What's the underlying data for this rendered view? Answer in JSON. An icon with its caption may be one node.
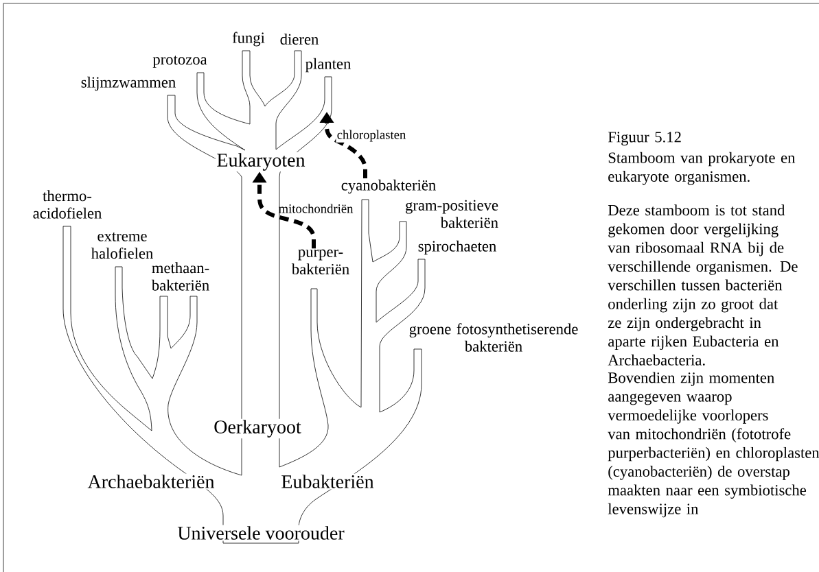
{
  "diagram": {
    "nodes": [
      {
        "text": [
          "Eukaryoten"
        ]
      },
      {
        "text": [
          "cyanobakteriën"
        ]
      },
      {
        "text": [
          "purper-bakteriën"
        ]
      }
    ],
    "edges": [
      {
        "from": 1,
        "to": null,
        "arrow": "to",
        "label": "chloroplasten",
        "style": "dashed"
      },
      {
        "from": 2,
        "to": 0,
        "arrow": "to",
        "label": "mitochondriën",
        "style": "dashed"
      }
    ],
    "labels": [
      "fungi",
      "dieren",
      "protozoa",
      "slijmzwammen",
      "thermo-acidofielen",
      "gram-positieve bakteriën",
      "spirochaeten",
      "extreme halofielen",
      "methaan-bakteriën",
      "groene fotosynthetiserende bakteriën",
      "Oerkaryoot",
      "Archaebakteriën",
      "Eubakteriën",
      "Universele voorouder",
      "Figuur 5.12",
      "Stamboom van prokaryote en eukaryote organismen.",
      "Deze stamboom is tot stand gekomen door vergelijking van ribosomaal RNA bij de verschillende organismen. De verschillen tussen bacteriën onderling zijn zo groot dat ze zijn ondergebracht in aparte rijken Eubacteria en Archaebacteria.",
      "Bovendien zijn momenten aangegeven waarop vermoedelijke voorlopers van mitochondriën (fototrofe purperbacteriën) en chloroplasten (cyanobacteriën) de overstap maakten naar een symbiotische levenswijze in",
      "planten"
    ]
  }
}
